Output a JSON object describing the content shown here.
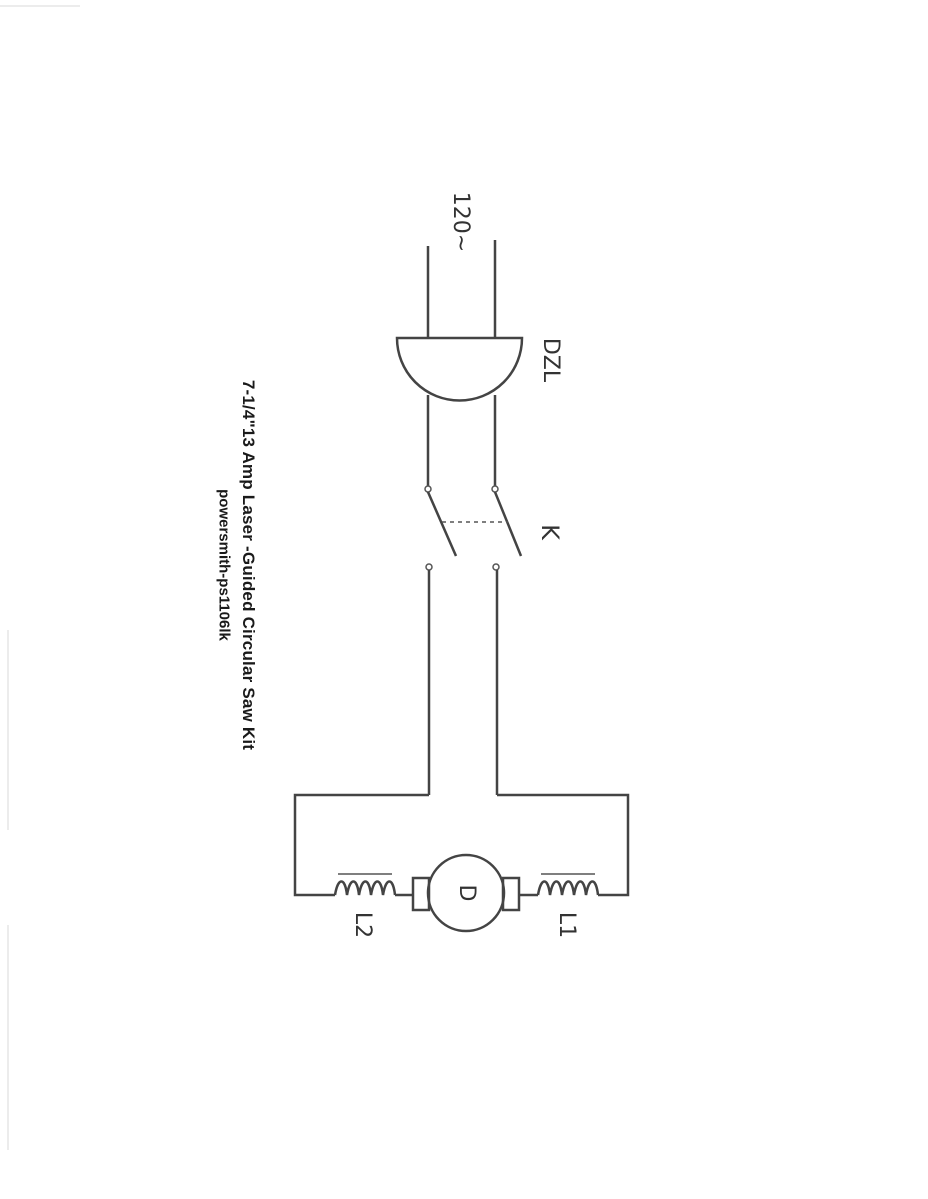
{
  "title": {
    "line1": "7-1/4\"13 Amp Laser -Guided Circular Saw Kit",
    "line2": "powersmith-ps1106lk"
  },
  "components": {
    "supply_label": "120~",
    "filter_label": "DZL",
    "switch_label": "K",
    "motor_label": "D",
    "coil_left_label": "L2",
    "coil_right_label": "L1"
  },
  "colors": {
    "ink": "#444444",
    "background": "#ffffff"
  }
}
